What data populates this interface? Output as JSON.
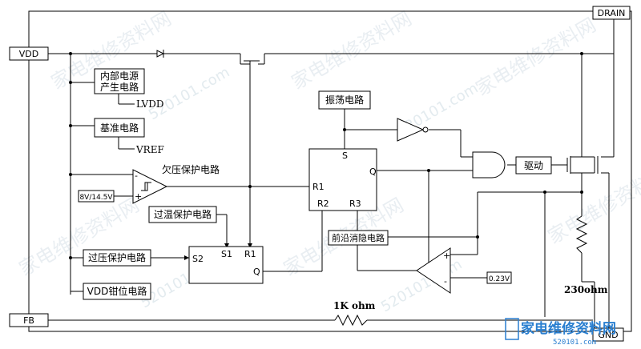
{
  "pins": {
    "drain": "DRAIN",
    "vdd": "VDD",
    "fb": "FB",
    "gnd": "GND"
  },
  "blocks": {
    "internal_power": [
      "内部电源",
      "产生电路"
    ],
    "reference": "基准电路",
    "oscillator": "振荡电路",
    "over_temp": "过温保护电路",
    "over_voltage": "过压保护电路",
    "vdd_clamp": "VDD钳位电路",
    "leading_edge": "前沿消隐电路",
    "driver": "驱动"
  },
  "labels": {
    "lvdd": "LVDD",
    "vref": "VREF",
    "uvlo": "欠压保护电路",
    "uvlo_threshold": "8V/14.5V",
    "ref_023": "0.23V",
    "resistor_230": "230ohm",
    "resistor_1k": "1K ohm"
  },
  "latch_main": {
    "s": "S",
    "r1": "R1",
    "r2": "R2",
    "r3": "R3",
    "q": "Q"
  },
  "latch_protect": {
    "s1": "S1",
    "r1": "R1",
    "s2": "S2",
    "q": "Q"
  },
  "comparator_signs": {
    "minus": "-",
    "plus": "+"
  },
  "watermark": {
    "text_cn": "家电维修资料网",
    "text_num": "520101.com",
    "logo_cn": "家电维修资料网",
    "logo_url": "520101.com"
  }
}
